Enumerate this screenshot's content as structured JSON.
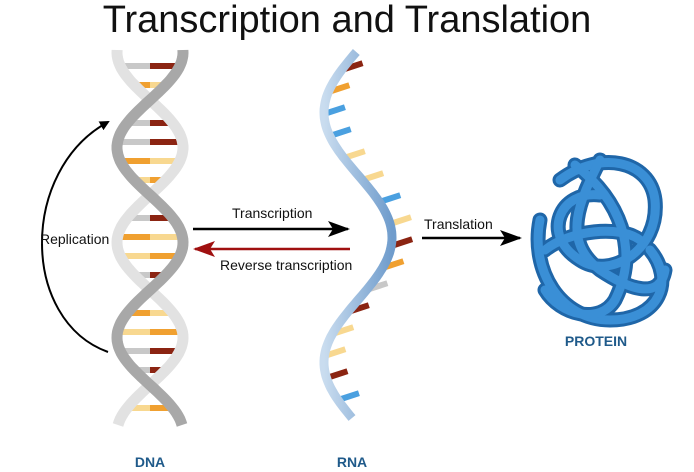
{
  "title": "Transcription and Translation",
  "labels": {
    "replication": "Replication",
    "transcription": "Transcription",
    "reverse_transcription": "Reverse transcription",
    "translation": "Translation",
    "dna": "DNA",
    "rna": "RNA",
    "protein": "PROTEIN"
  },
  "colors": {
    "label_blue": "#1f5a8a",
    "reverse_arrow": "#a01010",
    "protein": "#2a7cc4",
    "rna_strand": "#8fb4d8",
    "base_orange": "#f0a030",
    "base_yellow": "#f8d890",
    "base_red": "#8b2412",
    "base_grey": "#c8c8c8",
    "base_blue": "#4aa0e0"
  }
}
